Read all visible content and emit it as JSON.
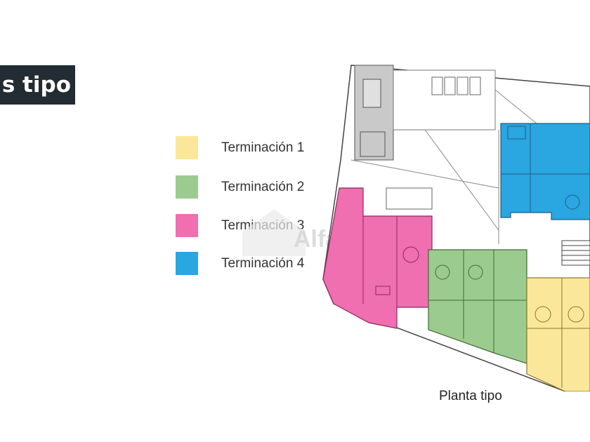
{
  "title": "s tipo",
  "legend": [
    {
      "label": "Terminación 1",
      "color": "#fbe79a"
    },
    {
      "label": "Terminación 2",
      "color": "#9ccb8f"
    },
    {
      "label": "Terminación 3",
      "color": "#ef6fb0"
    },
    {
      "label": "Terminación 4",
      "color": "#2aa6e0"
    }
  ],
  "caption": "Planta tipo",
  "watermark": "Alfa"
}
